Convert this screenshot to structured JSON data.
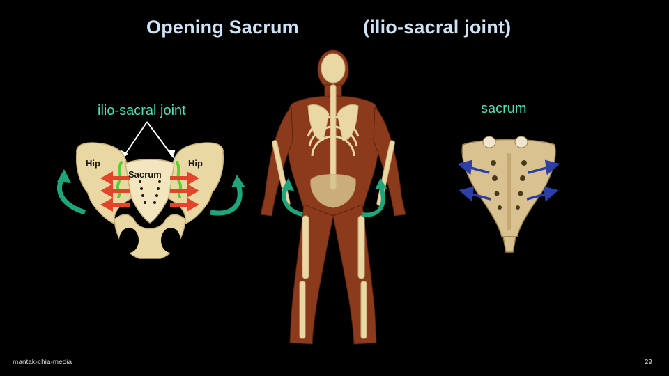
{
  "slide": {
    "title_main": "Opening Sacrum",
    "title_sub": "(ilio-sacral joint)",
    "footer_brand": "mantak-chia-media",
    "page_number": "29"
  },
  "pelvis_figure": {
    "callout": "ilio-sacral joint",
    "left_hip": "Hip",
    "right_hip": "Hip",
    "center": "Sacrum"
  },
  "sacrum_figure": {
    "label": "sacrum"
  },
  "colors": {
    "title": "#cfe3f7",
    "teal": "#4fe0b8",
    "rotation_arrow": "#1fa57c",
    "spread_arrow": "#e2452a",
    "joint_line": "#56d130",
    "sacrum_arrow": "#2c3fa8",
    "bone": "#e9d7a4",
    "muscle": "#8b3a1c"
  }
}
